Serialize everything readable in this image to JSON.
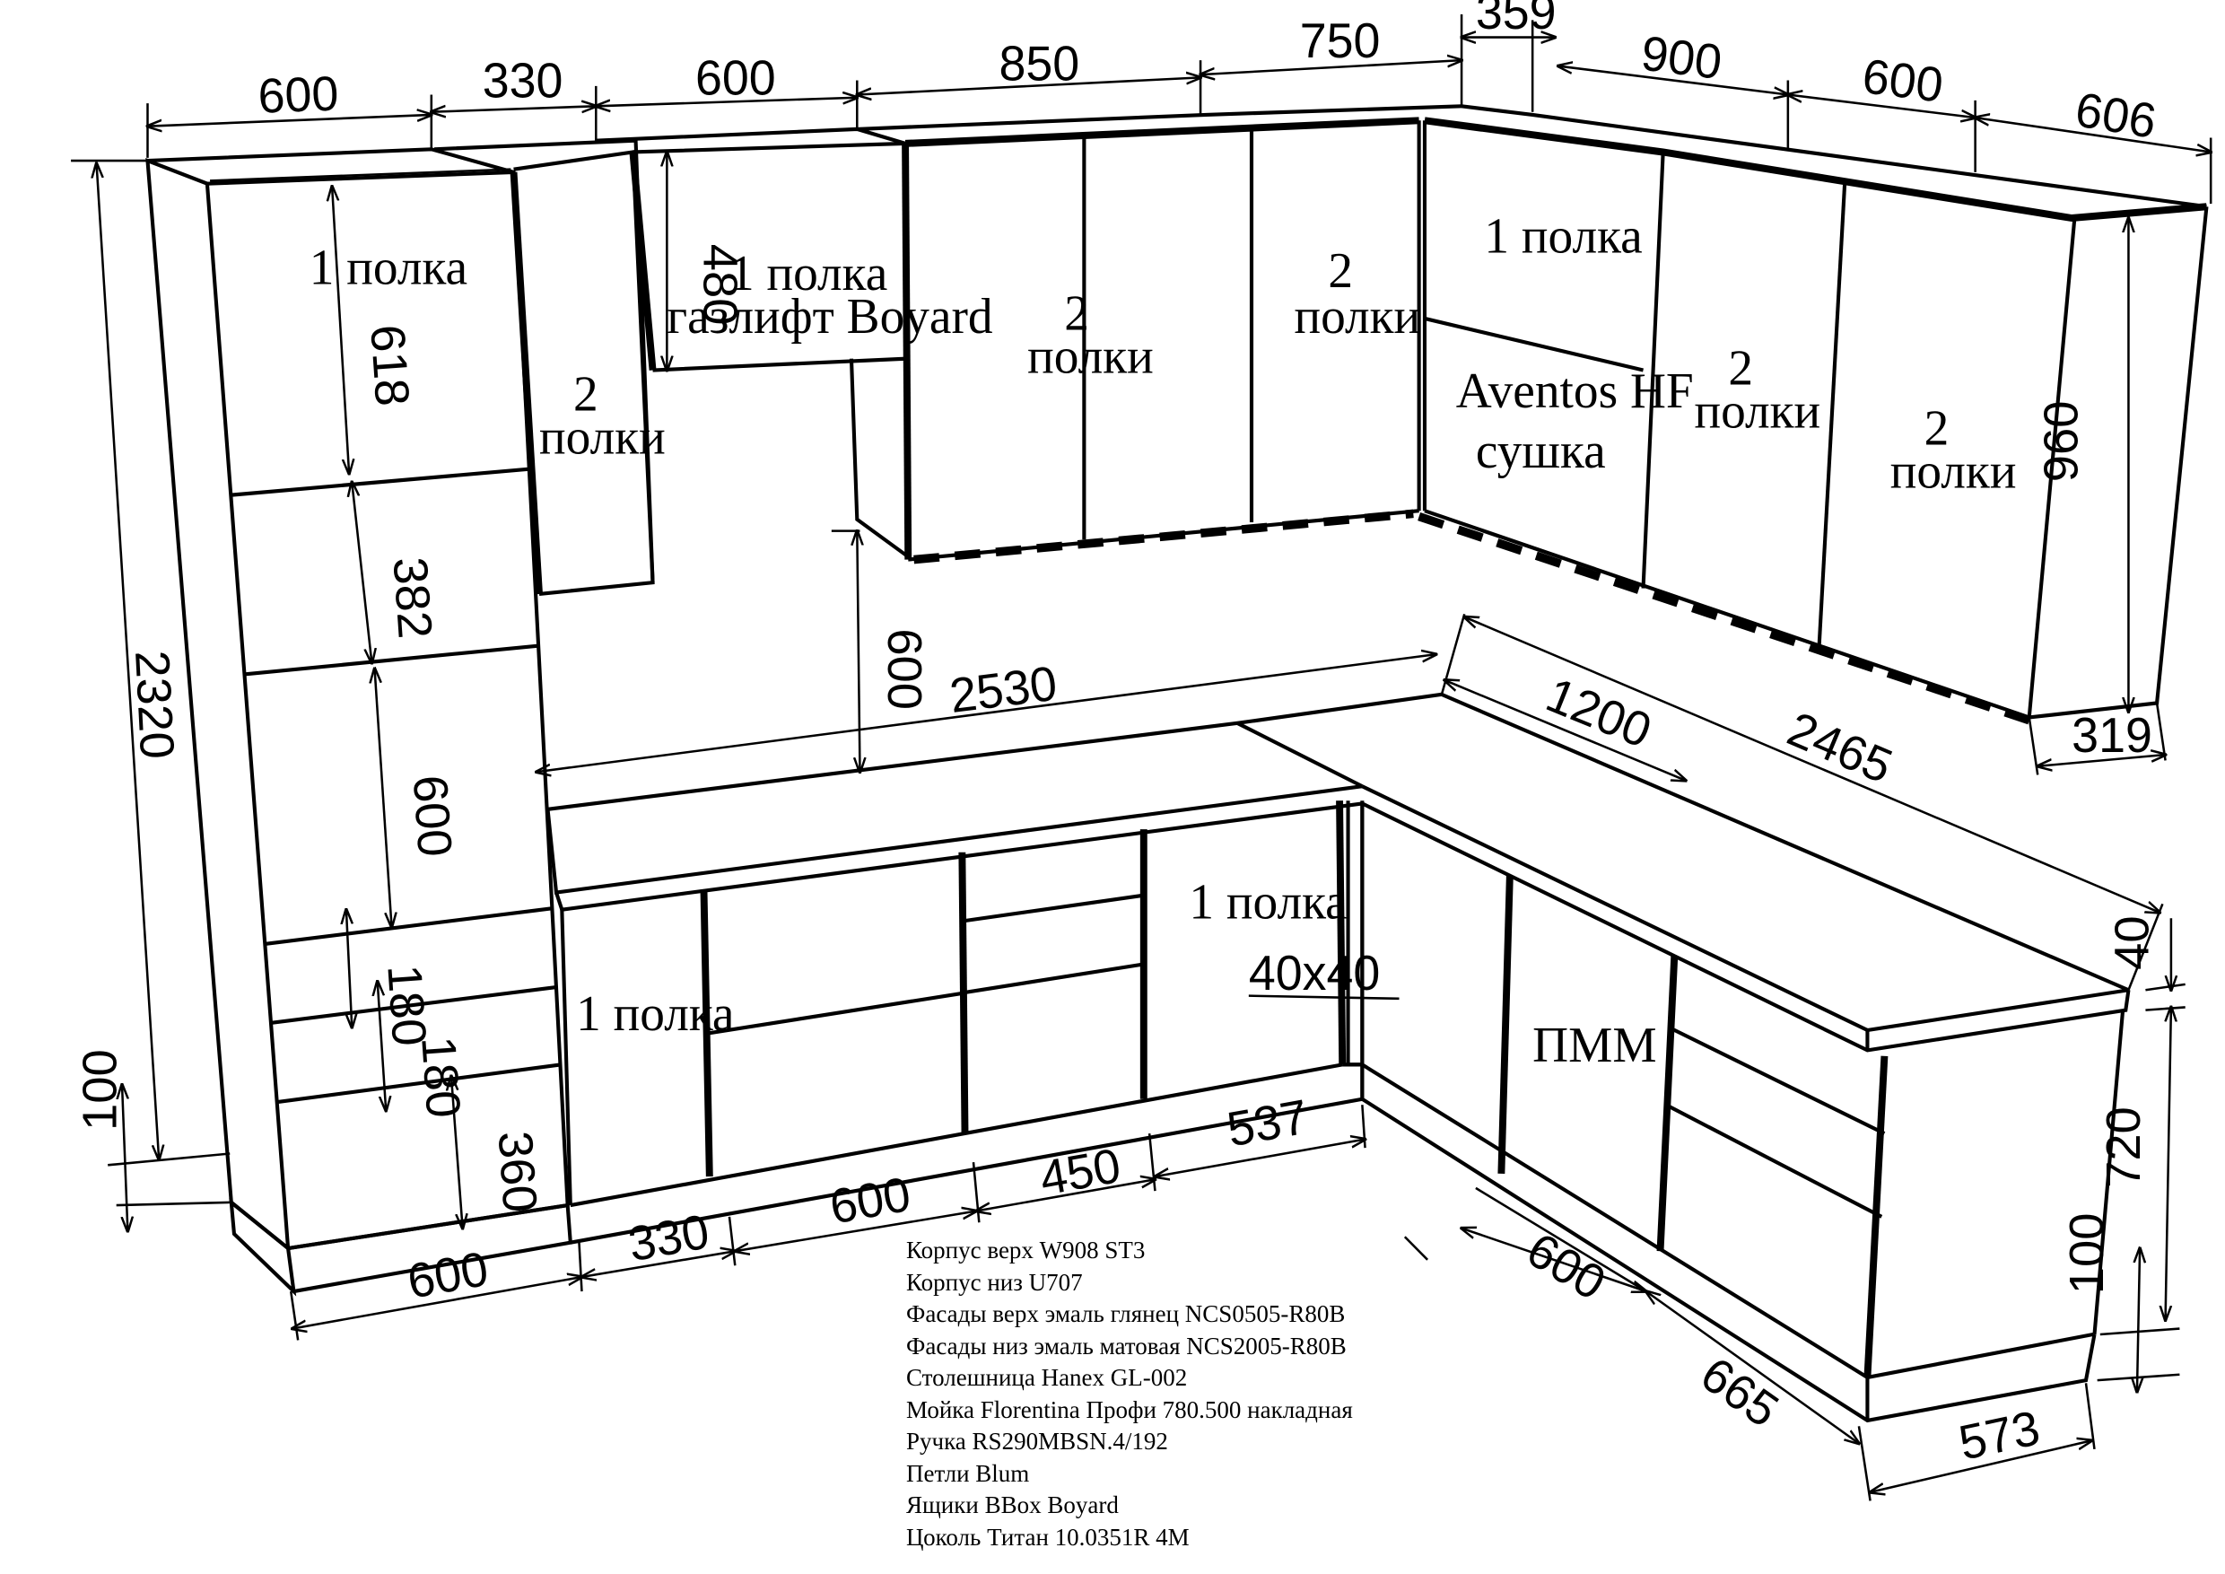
{
  "dimensions": {
    "top_width_1": "600",
    "top_width_2": "330",
    "top_width_3": "600",
    "top_width_4": "850",
    "top_width_5": "750",
    "top_width_6": "359",
    "top_width_7": "900",
    "top_width_8": "600",
    "top_width_9": "606",
    "tall_height": "2320",
    "plinth_height_left": "100",
    "tall_section_1": "618",
    "tall_section_2": "382",
    "tall_section_3": "600",
    "tall_section_4": "180",
    "tall_section_5": "180",
    "tall_section_6": "360",
    "upper_height_gas": "480",
    "backsplash_height": "600",
    "countertop_length_left": "2530",
    "countertop_depth": "1200",
    "countertop_length_right": "2465",
    "upper_depth_right": "319",
    "upper_height_right": "960",
    "countertop_thickness": "40",
    "base_height": "720",
    "plinth_height_right": "100",
    "profile_size": "40x40",
    "bottom_width_1": "600",
    "bottom_width_2": "330",
    "bottom_width_3": "600",
    "bottom_width_4": "450",
    "bottom_width_5": "537",
    "right_width_1": "600",
    "right_width_2": "665",
    "right_width_3": "573"
  },
  "labels": {
    "tall_top": "1 полка",
    "narrow_upper_num": "2",
    "narrow_upper_word": "полки",
    "gas_line1": "1 полка",
    "gas_line2": "газлифт Boyard",
    "wall1_num": "2",
    "wall1_word": "полки",
    "wall2_num": "2",
    "wall2_word": "полки",
    "corner_top": "1 полка",
    "aventos_line1": "Aventos HF",
    "aventos_line2": "сушка",
    "right1_num": "2",
    "right1_word": "полки",
    "right2_num": "2",
    "right2_word": "полки",
    "base_left": "1 полка",
    "base_corner": "1 полка",
    "dishwasher": "ПММ"
  },
  "spec_notes": [
    "Корпус верх W908 ST3",
    "Корпус низ U707",
    "Фасады верх эмаль глянец NCS0505-R80B",
    "Фасады низ эмаль матовая NCS2005-R80B",
    "Столешница Hanex GL-002",
    "Мойка Florentina Профи 780.500 накладная",
    "Ручка RS290MBSN.4/192",
    "Петли Blum",
    "Ящики BBox Boyard",
    "Цоколь Титан 10.0351R 4М"
  ]
}
